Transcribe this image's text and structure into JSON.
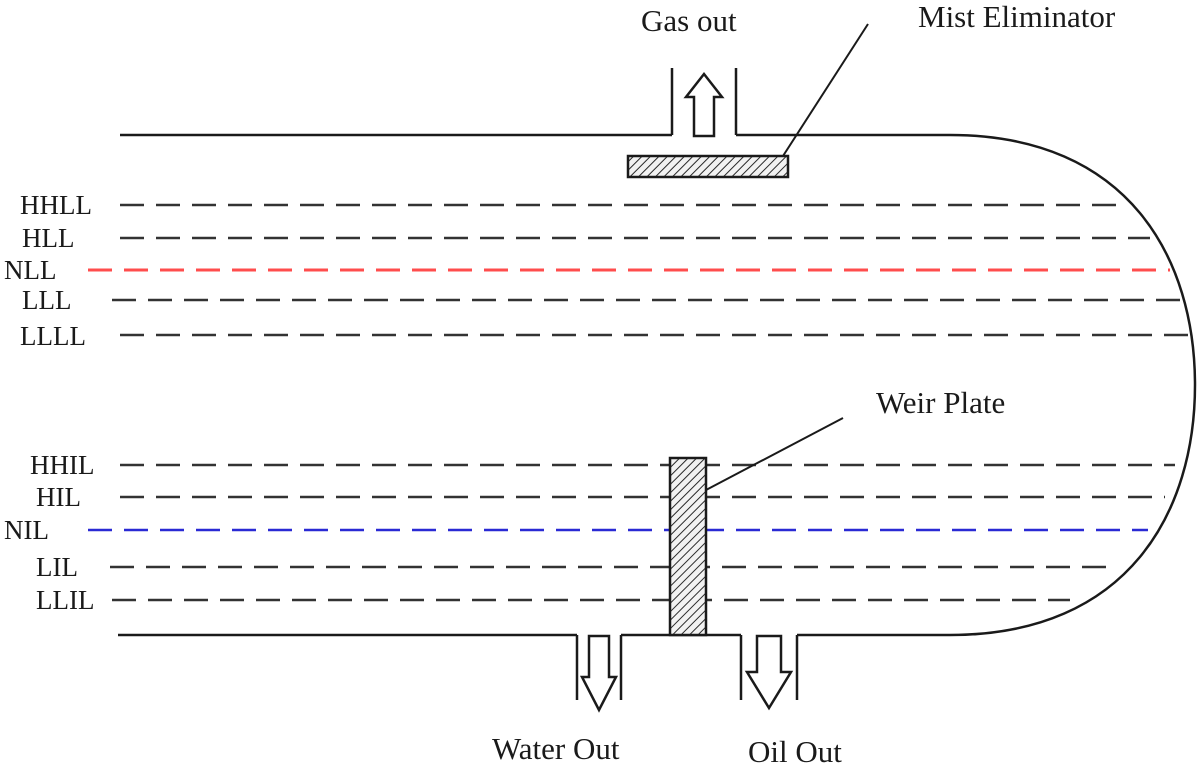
{
  "labels": {
    "gas_out": "Gas out",
    "mist_eliminator": "Mist Eliminator",
    "weir_plate": "Weir Plate",
    "water_out": "Water Out",
    "oil_out": "Oil Out"
  },
  "liquid_levels": [
    {
      "label": "HHLL",
      "color": "#333333"
    },
    {
      "label": "HLL",
      "color": "#333333"
    },
    {
      "label": "NLL",
      "color": "#ff4d4d"
    },
    {
      "label": "LLL",
      "color": "#333333"
    },
    {
      "label": "LLLL",
      "color": "#333333"
    }
  ],
  "interface_levels": [
    {
      "label": "HHIL",
      "color": "#333333"
    },
    {
      "label": "HIL",
      "color": "#333333"
    },
    {
      "label": "NIL",
      "color": "#2a2ad4"
    },
    {
      "label": "LIL",
      "color": "#333333"
    },
    {
      "label": "LLIL",
      "color": "#333333"
    }
  ]
}
